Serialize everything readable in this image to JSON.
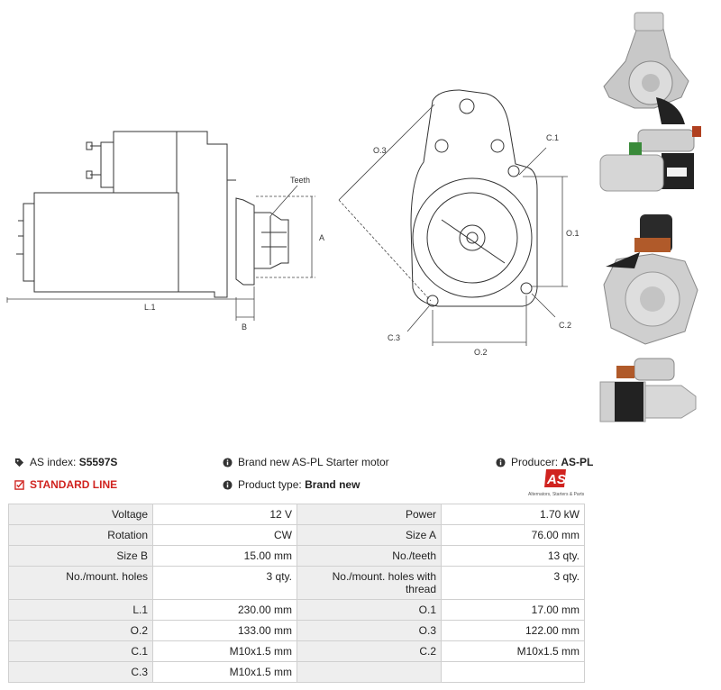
{
  "diagram_labels": {
    "teeth": "Teeth",
    "a": "A",
    "b": "B",
    "l1": "L.1",
    "o1": "O.1",
    "o2": "O.2",
    "o3": "O.3",
    "c1": "C.1",
    "c2": "C.2",
    "c3": "C.3"
  },
  "header": {
    "as_index_label": "AS index:",
    "as_index_value": "S5597S",
    "line": "STANDARD LINE",
    "description": "Brand new AS-PL Starter motor",
    "product_type_label": "Product type:",
    "product_type_value": "Brand new",
    "producer_label": "Producer:",
    "producer_value": "AS-PL"
  },
  "logo": {
    "mark": "AS",
    "tagline": "Alternators, Starters & Parts"
  },
  "specs": [
    [
      "Voltage",
      "12 V",
      "Power",
      "1.70 kW"
    ],
    [
      "Rotation",
      "CW",
      "Size A",
      "76.00 mm"
    ],
    [
      "Size B",
      "15.00 mm",
      "No./teeth",
      "13 qty."
    ],
    [
      "No./mount. holes",
      "3 qty.",
      "No./mount. holes with thread",
      "3 qty."
    ],
    [
      "L.1",
      "230.00 mm",
      "O.1",
      "17.00 mm"
    ],
    [
      "O.2",
      "133.00 mm",
      "O.3",
      "122.00 mm"
    ],
    [
      "C.1",
      "M10x1.5 mm",
      "C.2",
      "M10x1.5 mm"
    ],
    [
      "C.3",
      "M10x1.5 mm",
      "",
      ""
    ]
  ],
  "colors": {
    "accent_red": "#d0231f",
    "key_cell_bg": "#eeeeee",
    "border": "#d0d0d0"
  }
}
